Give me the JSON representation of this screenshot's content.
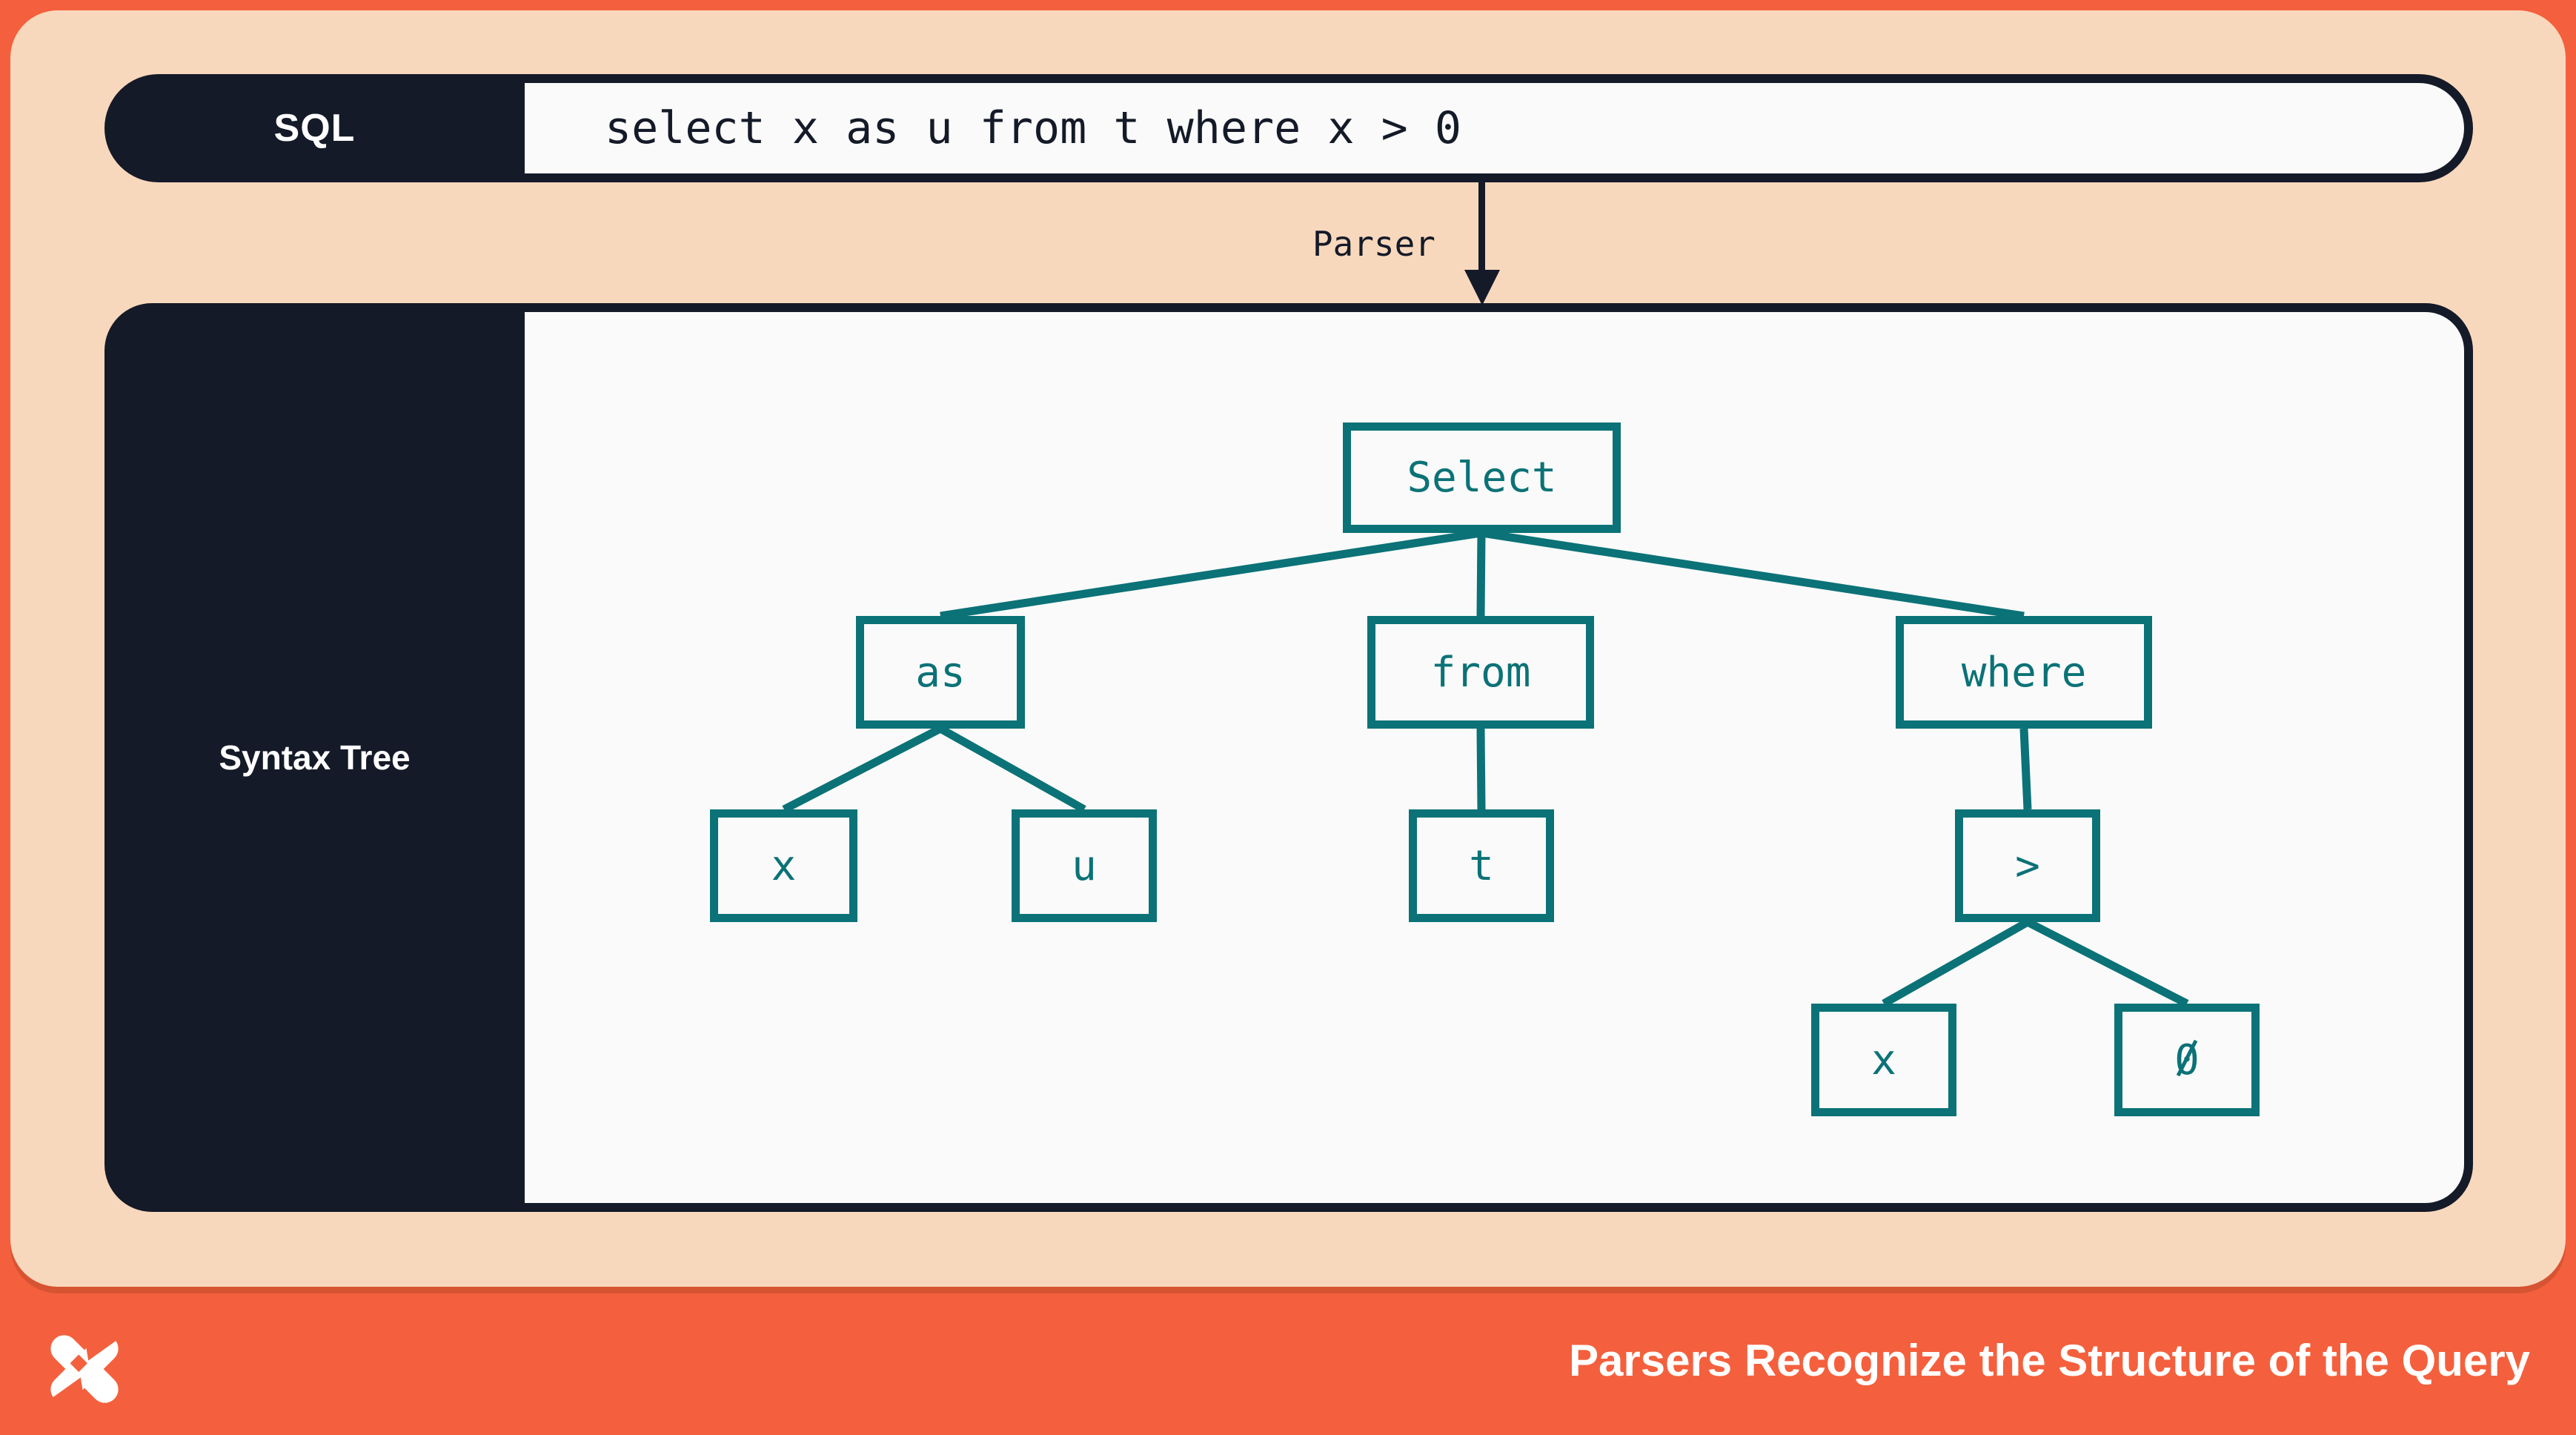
{
  "sql_bar": {
    "label": "SQL",
    "code": "select x as u from t where x > 0"
  },
  "parser": {
    "label": "Parser"
  },
  "syntax_tree_panel": {
    "label": "Syntax Tree"
  },
  "tree": {
    "nodes": [
      {
        "id": "select",
        "label": "Select"
      },
      {
        "id": "as",
        "label": "as"
      },
      {
        "id": "from",
        "label": "from"
      },
      {
        "id": "where",
        "label": "where"
      },
      {
        "id": "x1",
        "label": "x"
      },
      {
        "id": "u",
        "label": "u"
      },
      {
        "id": "t",
        "label": "t"
      },
      {
        "id": "gt",
        "label": ">"
      },
      {
        "id": "x2",
        "label": "x"
      },
      {
        "id": "zero",
        "label": "0"
      }
    ],
    "edges": [
      [
        "select",
        "as"
      ],
      [
        "select",
        "from"
      ],
      [
        "select",
        "where"
      ],
      [
        "as",
        "x1"
      ],
      [
        "as",
        "u"
      ],
      [
        "from",
        "t"
      ],
      [
        "where",
        "gt"
      ],
      [
        "gt",
        "x2"
      ],
      [
        "gt",
        "zero"
      ]
    ]
  },
  "footer": {
    "logo": "dolt-star-logo",
    "title": "Parsers Recognize the Structure of the Query"
  },
  "colors": {
    "background_orange": "#F4603D",
    "card_peach": "#F8D8BD",
    "dark_navy": "#141A28",
    "paper_white": "#FAFAFA",
    "tree_teal": "#0B7277",
    "text_white": "#FFFFFF"
  }
}
